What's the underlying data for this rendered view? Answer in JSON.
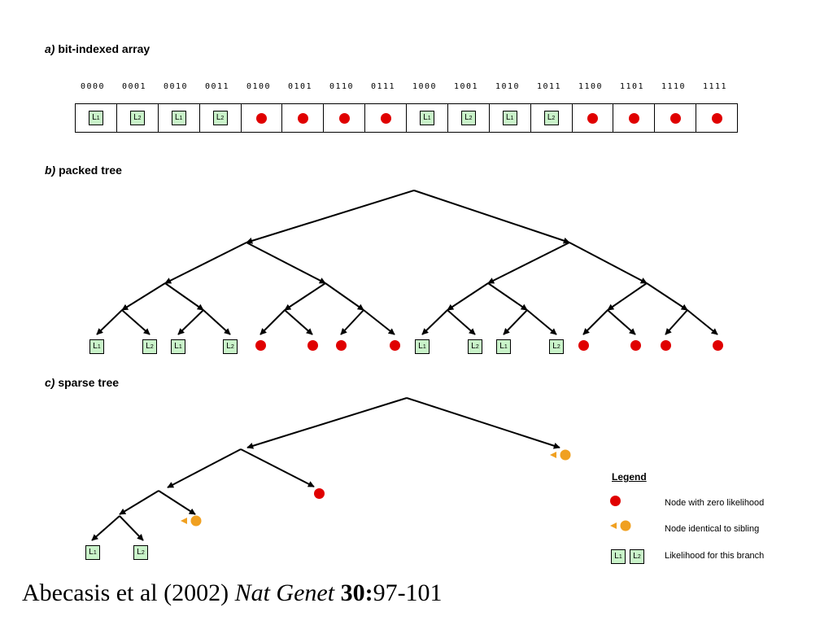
{
  "sections": {
    "a": {
      "letter": "a)",
      "title": "bit-indexed array"
    },
    "b": {
      "letter": "b)",
      "title": "packed tree"
    },
    "c": {
      "letter": "c)",
      "title": "sparse tree"
    }
  },
  "bits": [
    "0000",
    "0001",
    "0010",
    "0011",
    "0100",
    "0101",
    "0110",
    "0111",
    "1000",
    "1001",
    "1010",
    "1011",
    "1100",
    "1101",
    "1110",
    "1111"
  ],
  "array_cells": [
    "L1",
    "L2",
    "L1",
    "L2",
    "zero",
    "zero",
    "zero",
    "zero",
    "L1",
    "L2",
    "L1",
    "L2",
    "zero",
    "zero",
    "zero",
    "zero"
  ],
  "packed_leaves": [
    "L1",
    "L2",
    "L1",
    "L2",
    "zero",
    "zero",
    "zero",
    "zero",
    "L1",
    "L2",
    "L1",
    "L2",
    "zero",
    "zero",
    "zero",
    "zero"
  ],
  "lbox": {
    "letter": "L",
    "sub1": "1",
    "sub2": "2"
  },
  "legend": {
    "title": "Legend",
    "zero": "Node with zero likelihood",
    "identical": "Node identical to sibling",
    "likelihood": "Likelihood for this branch"
  },
  "citation": {
    "authors": "Abecasis et al (2002) ",
    "journal": "Nat Genet",
    "volume": " 30:",
    "pages": "97-101"
  },
  "colors": {
    "zero_node": "#e00000",
    "identical_node": "#f0a020",
    "likelihood_box": "#c9f3c9",
    "line": "#000000"
  }
}
